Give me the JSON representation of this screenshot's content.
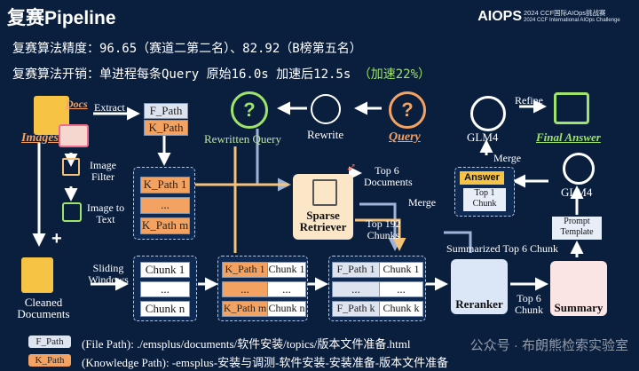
{
  "header": {
    "title": "复赛Pipeline",
    "logo": "AIOPS",
    "logo_cn": "2024 CCF国际AIOps挑战赛",
    "logo_en": "2024 CCF International AIOps Challenge"
  },
  "summary": {
    "accuracy": "复赛算法精度：96.65（赛道二第二名）、82.92（B榜第五名）",
    "cost": "复赛算法开销：单进程每条Query 原始16.0s 加速后12.5s ",
    "speedup": "（加速22%）"
  },
  "nodes": {
    "docs": "Docs",
    "images": "Images",
    "extract": "Extract",
    "f_path": "F_Path",
    "k_path": "K_Path",
    "image_filter": "Image Filter",
    "image_to_text": "Image to Text",
    "plus": "+",
    "cleaned_documents": "Cleaned Documents",
    "sliding_windows": "Sliding Windows",
    "rewritten_query": "Rewritten Query",
    "rewrite": "Rewrite",
    "query": "Query",
    "sparse_retriever": "Sparse Retriever",
    "top6_documents": "Top 6 Documents",
    "merge_left": "Merge",
    "top192_chunks": "Top 192 Chunks",
    "summarized_top6": "Summarized Top 6 Chunk",
    "reranker": "Reranker",
    "top6_chunk": "Top 6 Chunk",
    "summary": "Summary",
    "glm4_a": "GLM4",
    "glm4_b": "GLM4",
    "refine": "Refine",
    "final_answer": "Final Answer",
    "merge_right": "Merge",
    "answer": "Answer",
    "top1_chunk": "Top 1 Chunk",
    "prompt_template": "Prompt Template",
    "q_mark": "?"
  },
  "kpath_list": {
    "first": "K_Path 1",
    "mid": "...",
    "last": "K_Path m"
  },
  "chunks": {
    "first": "Chunk 1",
    "mid": "...",
    "last": "Chunk n"
  },
  "kp_chunks": {
    "k1": "K_Path 1",
    "c1": "Chunk 1",
    "kmid": "...",
    "cmid": "...",
    "km": "K_Path m",
    "cn": "Chunk n"
  },
  "fp_chunks": {
    "f1": "F_Path 1",
    "c1": "Chunk 1",
    "fmid": "...",
    "cmid": "...",
    "fk": "F_Path k",
    "cn": "Chunk k"
  },
  "legend": {
    "f_tag": "F_Path",
    "f_text": "(File Path): ./emsplus/documents/软件安装/topics/版本文件准备.html",
    "k_tag": "K_Path",
    "k_text": "(Knowledge Path): -emsplus-安装与调测-软件安装-安装准备-版本文件准备"
  },
  "watermark": "公众号 · 布朗熊检索实验室",
  "colors": {
    "background": "#0a1f3e",
    "accent_orange": "#f4a261",
    "accent_green": "#9fe36a"
  }
}
